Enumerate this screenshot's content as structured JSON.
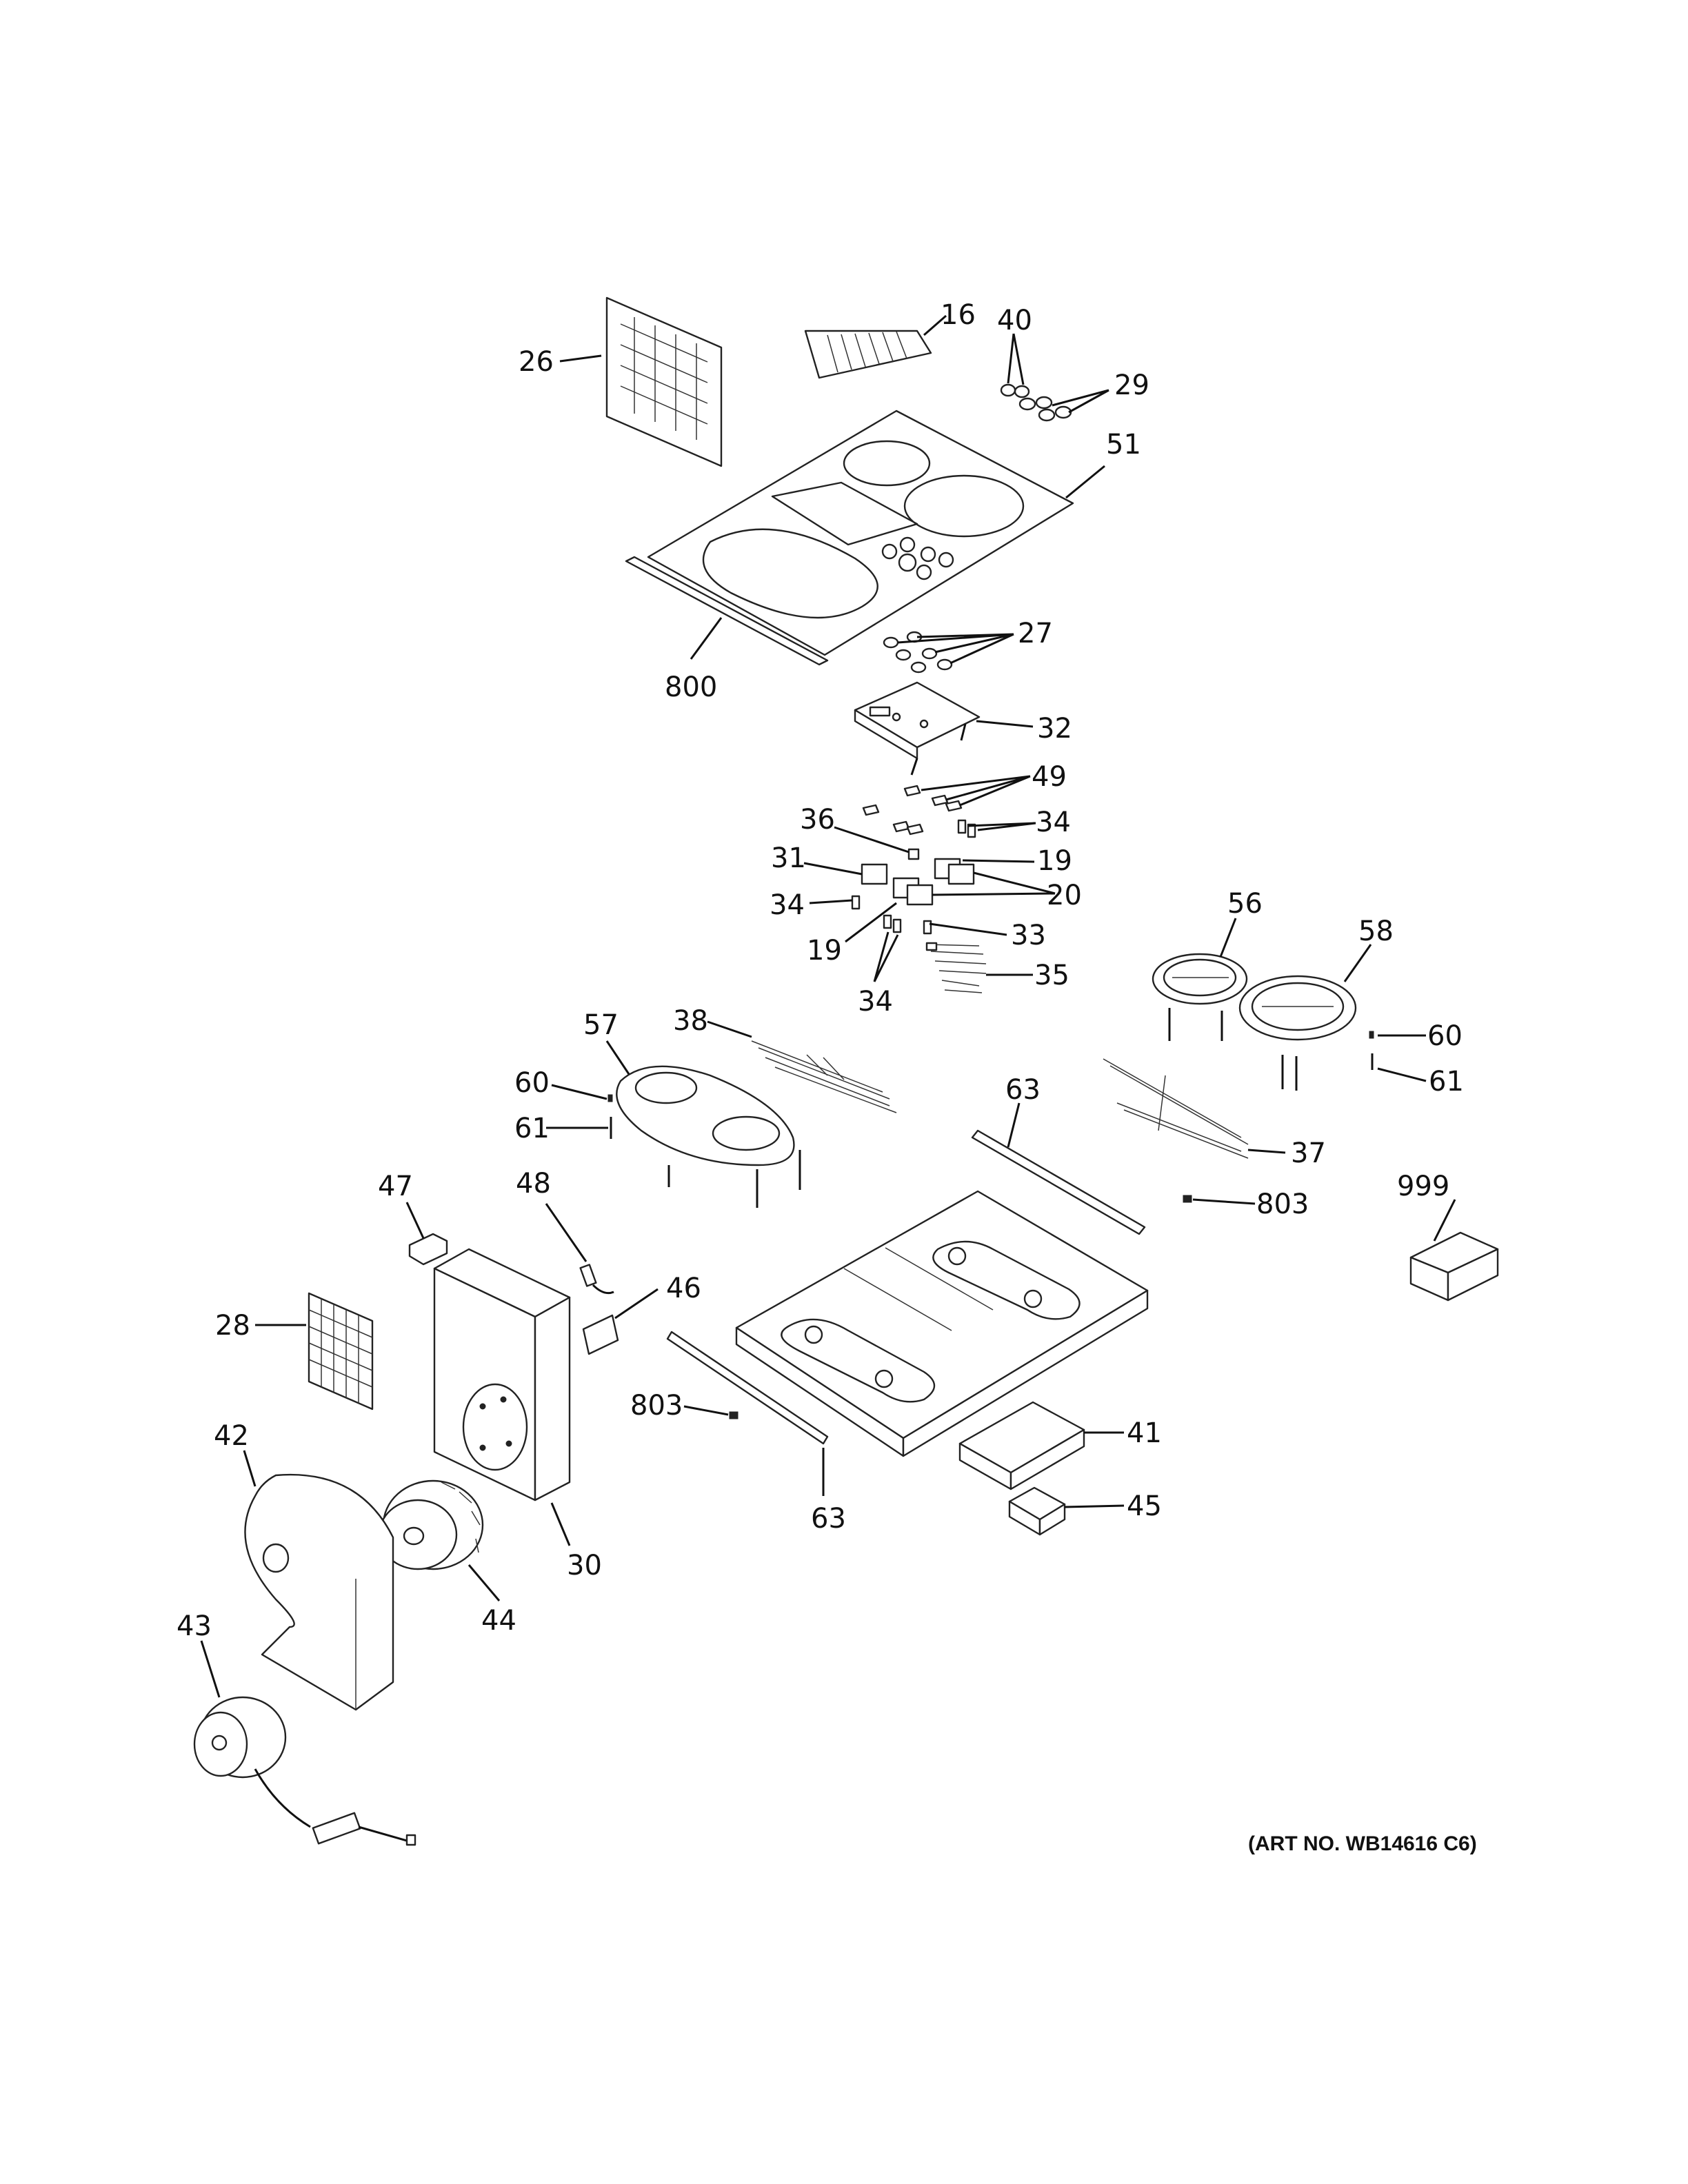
{
  "art_number": "(ART NO. WB14616 C6)",
  "callouts": [
    "16",
    "40",
    "29",
    "26",
    "51",
    "27",
    "800",
    "32",
    "49",
    "34",
    "36",
    "19",
    "31",
    "20",
    "34",
    "33",
    "19",
    "35",
    "34",
    "56",
    "58",
    "57",
    "38",
    "60",
    "60",
    "61",
    "61",
    "63",
    "37",
    "47",
    "48",
    "803",
    "999",
    "46",
    "28",
    "803",
    "41",
    "42",
    "63",
    "45",
    "30",
    "44",
    "43"
  ],
  "colors": {
    "line": "#111111",
    "background": "#ffffff"
  }
}
